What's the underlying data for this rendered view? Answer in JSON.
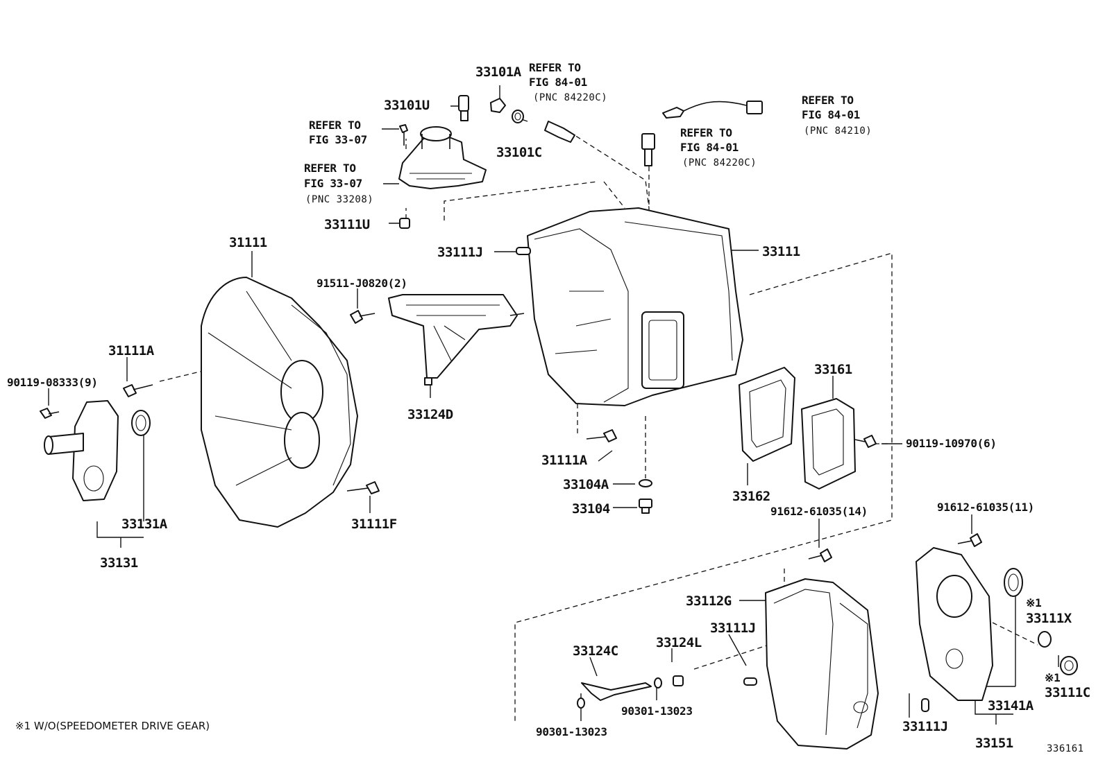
{
  "labels": {
    "p33101A": "33101A",
    "p33101U": "33101U",
    "p33101C": "33101C",
    "refer_3307_a": [
      "REFER TO",
      "FIG 33-07"
    ],
    "refer_3307_b": [
      "REFER TO",
      "FIG 33-07",
      "(PNC 33208)"
    ],
    "refer_8401_top": [
      "REFER TO",
      "FIG 84-01",
      "(PNC 84220C)"
    ],
    "refer_8401_mid": [
      "REFER TO",
      "FIG 84-01",
      "(PNC 84220C)"
    ],
    "refer_8401_right": [
      "REFER TO",
      "FIG 84-01",
      "(PNC 84210)"
    ],
    "p33111U": "33111U",
    "p31111": "31111",
    "p33111J_top": "33111J",
    "p33111_right": "33111",
    "p91511": "91511-J0820(2)",
    "p31111A_left": "31111A",
    "p90119_08333": "90119-08333(9)",
    "p33124D": "33124D",
    "p33161": "33161",
    "p90119_10970": "90119-10970(6)",
    "p31111A_mid": "31111A",
    "p33104A": "33104A",
    "p33104": "33104",
    "p33162": "33162",
    "p31111F": "31111F",
    "p33131A": "33131A",
    "p33131": "33131",
    "p91612_14": "91612-61035(14)",
    "p91612_11": "91612-61035(11)",
    "p33112G": "33112G",
    "mark1_a": "※1",
    "p33111X": "33111X",
    "p33124C": "33124C",
    "p33124L": "33124L",
    "p33111J_bottom": "33111J",
    "p90301_a": "90301-13023",
    "p90301_b": "90301-13023",
    "mark1_b": "※1",
    "p33111C": "33111C",
    "p33141A": "33141A",
    "p33111J_br": "33111J",
    "p33151": "33151"
  },
  "footnote": "※1 W/O(SPEEDOMETER DRIVE GEAR)",
  "figure_number": "336161"
}
